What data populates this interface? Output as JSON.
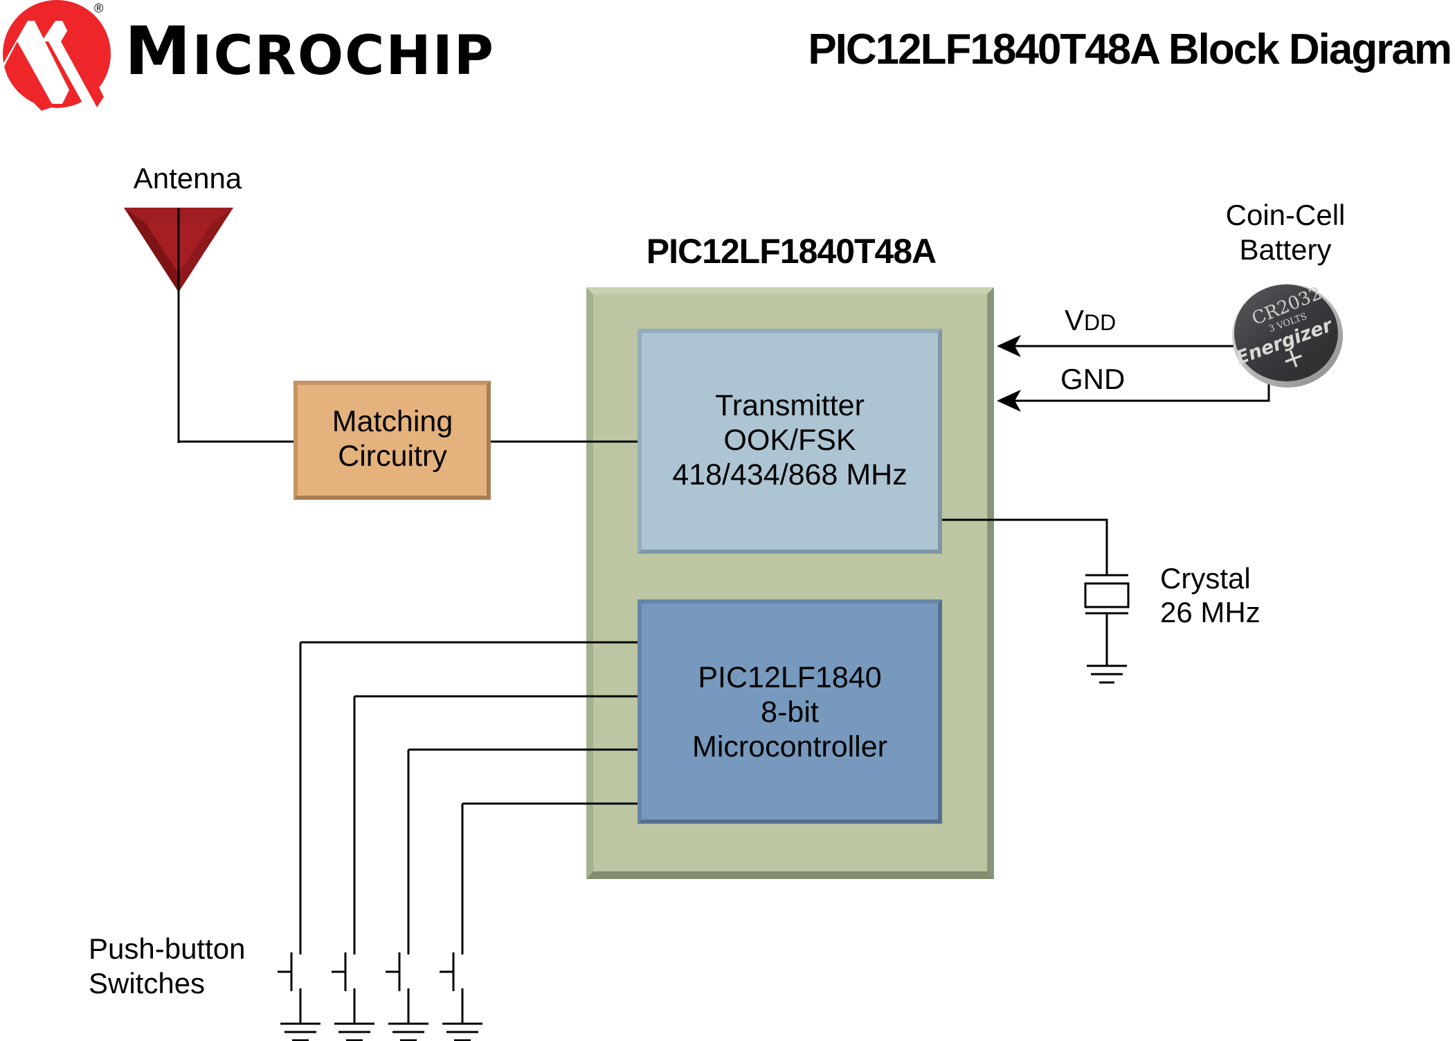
{
  "header": {
    "brand": "MICROCHIP",
    "brand_first": "M",
    "brand_rest": "ICROCHIP",
    "registered_mark": "®",
    "title": "PIC12LF1840T48A Block Diagram"
  },
  "colors": {
    "brand_red": "#EE2529",
    "antenna_red": "#A41E22",
    "matching_fill": "#E4B27D",
    "chip_fill": "#BCC6A3",
    "transmitter_fill": "#ADC5D3",
    "mcu_fill": "#7699BD"
  },
  "antenna": {
    "label": "Antenna",
    "icon": "antenna-icon"
  },
  "matching": {
    "line1": "Matching",
    "line2": "Circuitry"
  },
  "chip": {
    "title": "PIC12LF1840T48A",
    "transmitter": {
      "line1": "Transmitter",
      "line2": "OOK/FSK",
      "line3": "418/434/868 MHz"
    },
    "mcu": {
      "line1": "PIC12LF1840",
      "line2": "8-bit",
      "line3": "Microcontroller"
    }
  },
  "battery": {
    "label_line1": "Coin-Cell",
    "label_line2": "Battery",
    "model": "CR2032",
    "voltage": "3 VOLTS",
    "maker": "Energizer",
    "polarity": "+"
  },
  "power": {
    "vdd_main": "V",
    "vdd_sub": "DD",
    "gnd": "GND"
  },
  "crystal": {
    "line1": "Crystal",
    "line2": "26 MHz"
  },
  "switches": {
    "label_line1": "Push-button",
    "label_line2": "Switches",
    "count": 4
  }
}
